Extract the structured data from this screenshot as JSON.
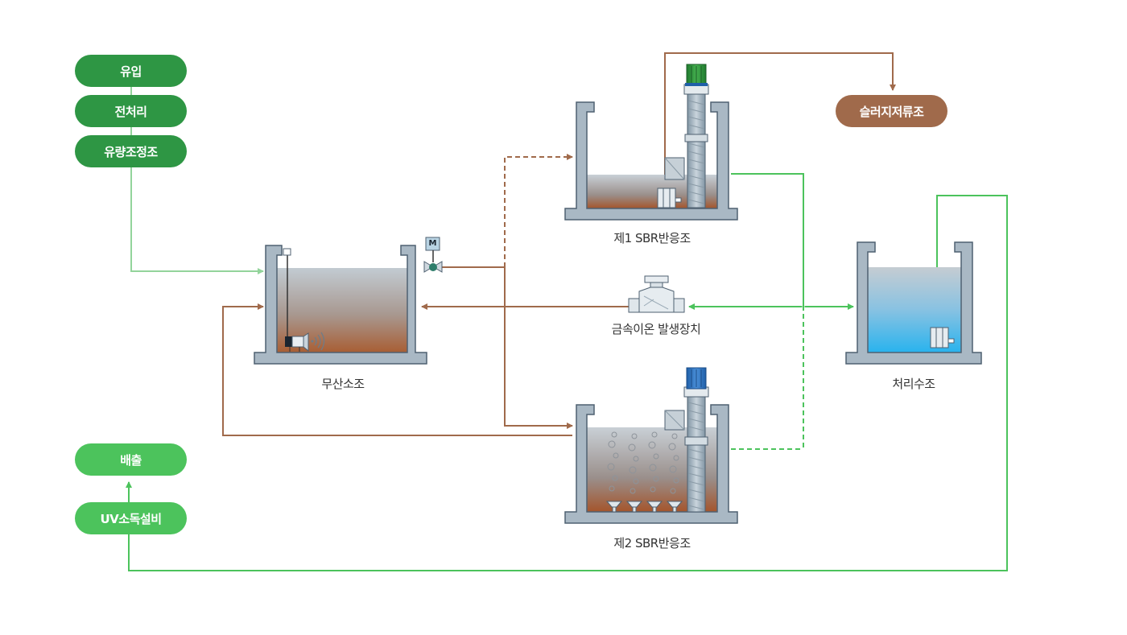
{
  "process_steps": {
    "inflow": "유입",
    "pretreatment": "전처리",
    "equalization": "유량조정조",
    "discharge": "배출",
    "uv": "UV소독설비",
    "sludge": "슬러지저류조"
  },
  "tanks": {
    "anoxic": "무산소조",
    "sbr1": "제1 SBR반응조",
    "sbr2": "제2 SBR반응조",
    "treated": "처리수조",
    "metal_ion": "금속이온 발생장치"
  },
  "valve_motor_letter": "M",
  "colors": {
    "dark_green": "#2e9644",
    "light_green": "#4cc35c",
    "brown": "#a06a4b",
    "tank_steel": "#9fb0bd"
  }
}
